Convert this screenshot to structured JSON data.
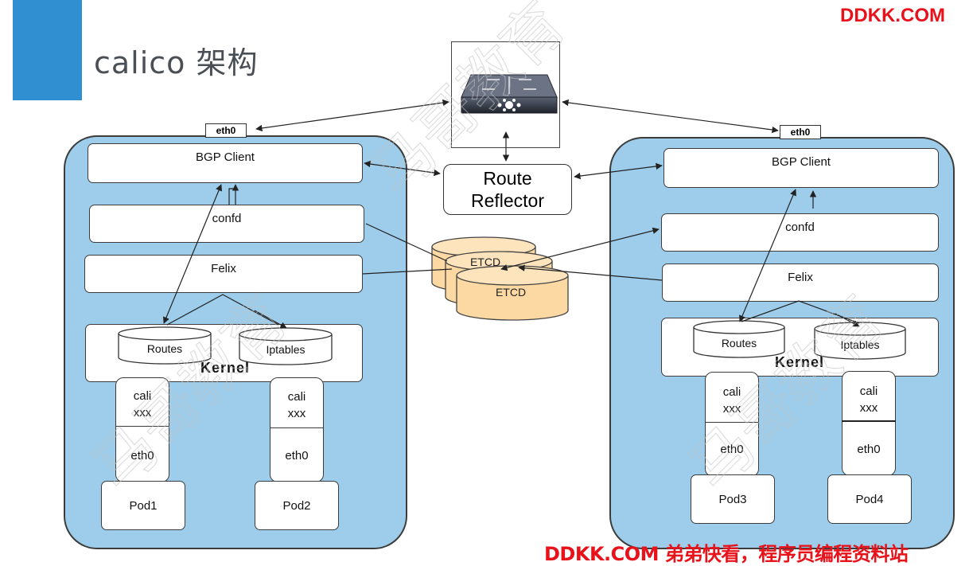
{
  "header": {
    "title": "calico 架构",
    "brand_top": "DDKK.COM",
    "brand_bottom": "DDKK.COM 弟弟快看，程序员编程资料站"
  },
  "watermark": "马哥教育",
  "route_reflector": {
    "line1": "Route",
    "line2": "Reflector"
  },
  "etcd": {
    "back_label": "ETCD",
    "front_label": "ETCD"
  },
  "left_node": {
    "eth0": "eth0",
    "bgp_client": "BGP Client",
    "confd": "confd",
    "felix": "Felix",
    "kernel": "Kernel",
    "routes": "Routes",
    "iptables": "Iptables",
    "pods": [
      {
        "cali": "cali\nxxx",
        "eth0": "eth0",
        "pod": "Pod1"
      },
      {
        "cali": "cali\nxxx",
        "eth0": "eth0",
        "pod": "Pod2"
      }
    ]
  },
  "right_node": {
    "eth0": "eth0",
    "bgp_client": "BGP Client",
    "confd": "confd",
    "felix": "Felix",
    "kernel": "Kernel",
    "routes": "Routes",
    "iptables": "Iptables",
    "pods": [
      {
        "cali": "cali\nxxx",
        "eth0": "eth0",
        "pod": "Pod3"
      },
      {
        "cali": "cali\nxxx",
        "eth0": "eth0",
        "pod": "Pod4"
      }
    ]
  },
  "colors": {
    "accent": "#2f8fd1",
    "node_fill": "#9dcdea",
    "etcd_fill": "#fcd9a3",
    "brand": "#e8121b"
  },
  "icons": {
    "router": "router-icon"
  }
}
